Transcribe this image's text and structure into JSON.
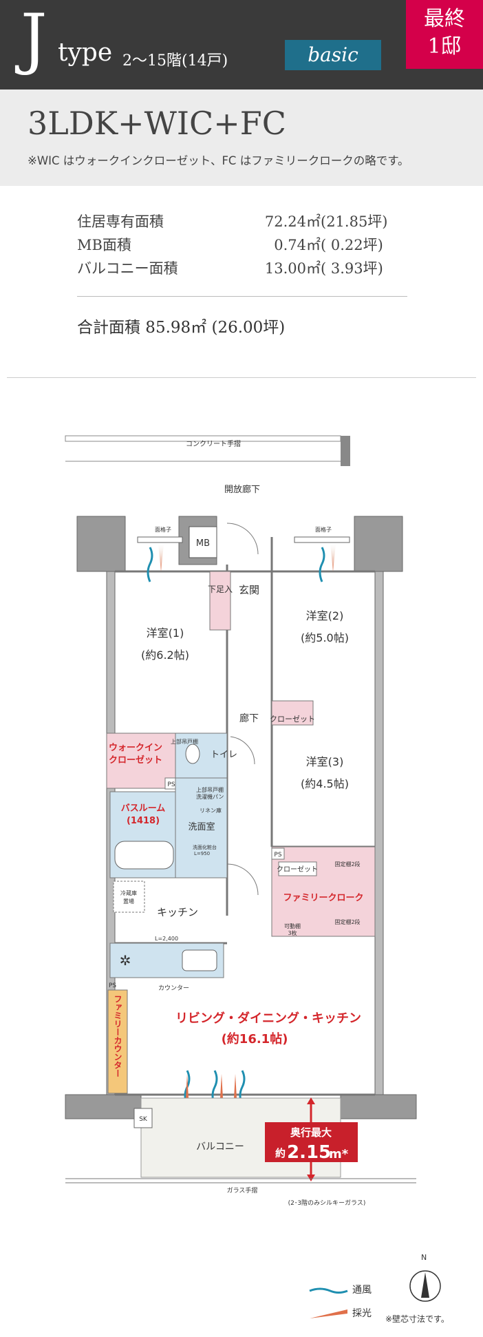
{
  "header": {
    "type_letter": "J",
    "type_word": "type",
    "floors": "2〜15階(14戸)",
    "tag": "basic",
    "badge_line1": "最終",
    "badge_line2": "1邸"
  },
  "plan": {
    "type": "3LDK+WIC+FC",
    "note": "※WIC はウォークインクローゼット、FC はファミリークロークの略です。"
  },
  "areas": [
    {
      "label": "住居専有面積",
      "value": "72.24㎡",
      "tsubo": "(21.85坪)"
    },
    {
      "label": "MB面積",
      "value": "0.74㎡",
      "tsubo": "(  0.22坪)"
    },
    {
      "label": "バルコニー面積",
      "value": "13.00㎡",
      "tsubo": "(  3.93坪)"
    }
  ],
  "total": "合計面積 85.98㎡ (26.00坪)",
  "floorplan": {
    "concrete_rail": "コンクリート手摺",
    "open_corridor": "開放廊下",
    "mb": "MB",
    "entrance": "玄関",
    "shoe_storage": "下足入",
    "lattice_left": "面格子",
    "lattice_right": "面格子",
    "room1": "洋室(1)",
    "room1_size": "(約6.2帖)",
    "room2": "洋室(2)",
    "room2_size": "(約5.0帖)",
    "room3": "洋室(3)",
    "room3_size": "(約4.5帖)",
    "hallway": "廊下",
    "closet": "クローゼット",
    "closet2": "クローゼット",
    "wic_line1": "ウォークイン",
    "wic_line2": "クローゼット",
    "upper_storage": "上部吊戸棚",
    "toilet": "トイレ",
    "ps1": "PS",
    "ps2": "PS",
    "ps3": "PS",
    "bathroom": "バスルーム",
    "bathroom_size": "(1418)",
    "upper_cabinet": "上部吊戸棚",
    "washing_pan": "洗濯機パン",
    "linen": "リネン庫",
    "washroom": "洗面室",
    "vanity": "洗面化粧台",
    "vanity_size": "L=950",
    "fridge_line1": "冷蔵庫",
    "fridge_line2": "置場",
    "kitchen": "キッチン",
    "family_cloak": "ファミリークローク",
    "fixed_shelf1": "固定棚2段",
    "fixed_shelf2": "固定棚2段",
    "movable_shelf": "可動棚",
    "movable_shelf_count": "3枚",
    "kitchen_length": "L=2,400",
    "counter": "カウンター",
    "family_counter": "ファミリーカウンター",
    "ldk": "リビング・ダイニング・キッチン",
    "ldk_size": "(約16.1帖)",
    "sk": "SK",
    "balcony": "バルコニー",
    "depth_label": "奥行最大",
    "depth_prefix": "約",
    "depth_value": "2.15",
    "depth_unit": "m*",
    "glass_rail": "ガラス手摺",
    "glass_note": "(2･3階のみシルキーガラス)"
  },
  "legend": {
    "wind": "通風",
    "light": "採光",
    "note": "※壁芯寸法です。",
    "north": "N"
  },
  "colors": {
    "header_bg": "#3a3a3a",
    "basic": "#1f6f8b",
    "badge": "#d4004a",
    "pink": "#f4d3da",
    "blue": "#cfe3ef",
    "red": "#d4262b",
    "orange": "#f4c77a"
  }
}
